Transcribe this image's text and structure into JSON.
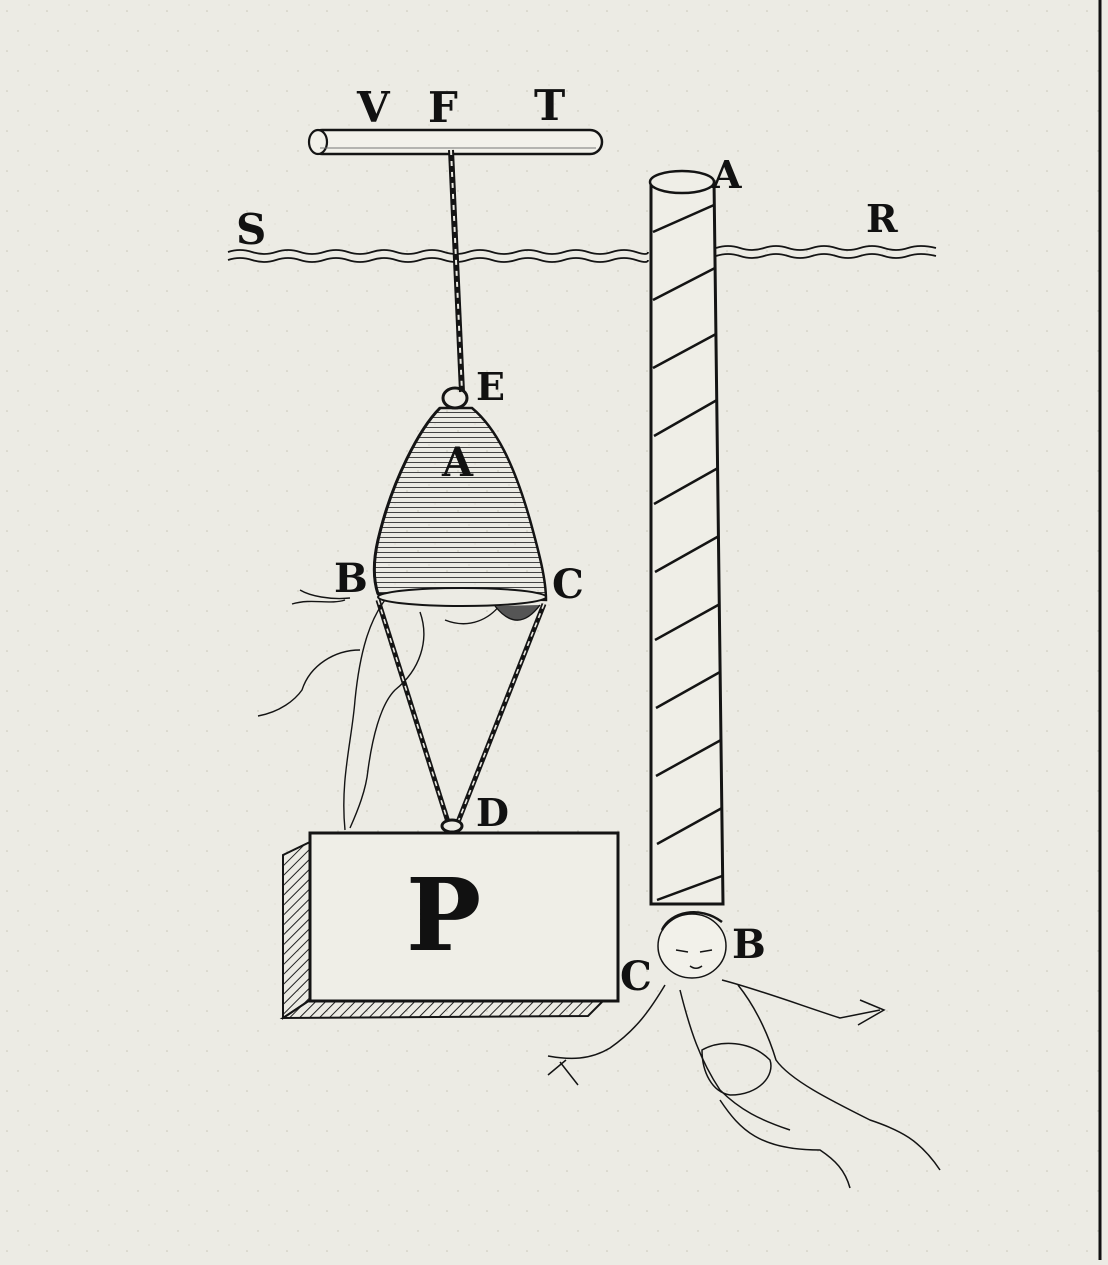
{
  "colors": {
    "paper": "#ecebe4",
    "ink": "#141414",
    "shade": "#555555"
  },
  "labels": {
    "v": "V",
    "f": "F",
    "t": "T",
    "a_tube": "A",
    "s": "S",
    "r": "R",
    "e": "E",
    "a_bell": "A",
    "b_bell": "B",
    "c_bell": "C",
    "d": "D",
    "p": "P",
    "c_tube": "C",
    "b_tube": "B"
  }
}
